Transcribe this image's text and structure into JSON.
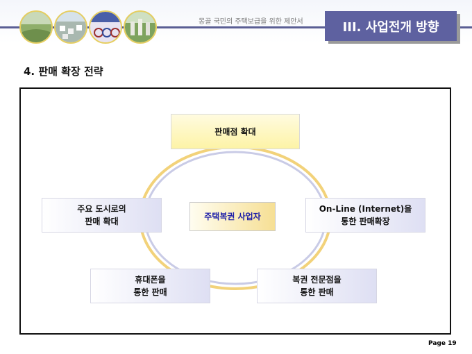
{
  "header": {
    "subtitle": "몽골 국민의 주택보급을 위한 제안서",
    "section_title": "III. 사업전개 방향"
  },
  "heading": "4. 판매 확장 전략",
  "diagram": {
    "center": "주택복권 사업자",
    "top": "판매점 확대",
    "left": {
      "line1": "주요 도시로의",
      "line2": "판매 확대"
    },
    "right": {
      "line1": "On-Line (Internet)을",
      "line2": "통한 판매확장"
    },
    "bottom_left": {
      "line1": "휴대폰을",
      "line2": "통한 판매"
    },
    "bottom_right": {
      "line1": "복권 전문점을",
      "line2": "통한 판매"
    },
    "ring_colors": [
      "#f2d27a",
      "#c9cbe6"
    ]
  },
  "footer": {
    "page": "Page 19"
  },
  "colors": {
    "accent": "#5e61a0",
    "center_text": "#1d1ea8"
  }
}
